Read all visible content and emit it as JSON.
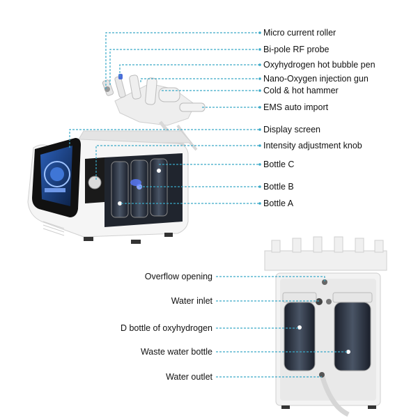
{
  "front_labels": [
    "Micro current roller",
    "Bi-pole RF probe",
    "Oxyhydrogen hot bubble pen",
    "Nano-Oxygen injection gun",
    "Cold & hot hammer",
    "EMS auto import",
    "Display screen",
    "Intensity adjustment knob",
    "Bottle C",
    "Bottle B",
    "Bottle A"
  ],
  "back_labels": [
    "Overflow opening",
    "Water inlet",
    "D bottle of oxyhydrogen",
    "Waste water bottle",
    "Water outlet"
  ],
  "colors": {
    "leader_line": "#3aa9c7",
    "body": "#f4f4f4",
    "screen": "#1d3f7a",
    "accent_blue": "#5a7bff"
  }
}
